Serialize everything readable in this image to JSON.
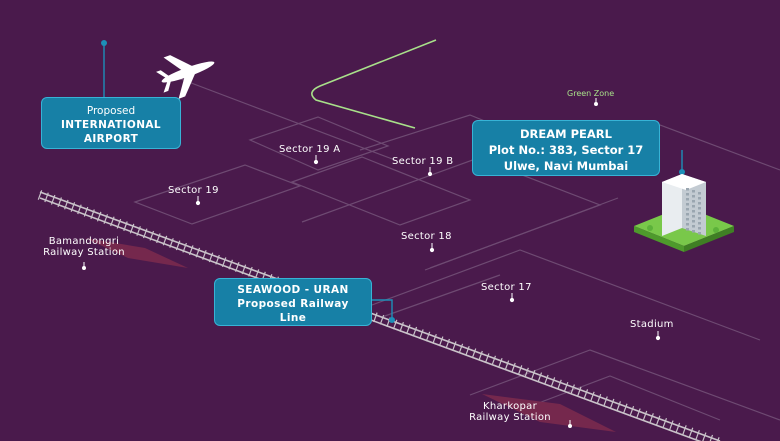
{
  "callouts": {
    "airport": {
      "line1": "Proposed",
      "line2": "INTERNATIONAL",
      "line3": "AIRPORT"
    },
    "project": {
      "line1": "DREAM PEARL",
      "line2": "Plot No.: 383, Sector 17",
      "line3": "Ulwe, Navi Mumbai"
    },
    "railway": {
      "line1": "SEAWOOD - URAN",
      "line2": "Proposed Railway",
      "line3": "Line"
    }
  },
  "labels": {
    "green_zone": "Green Zone",
    "sector_19a": "Sector 19 A",
    "sector_19b": "Sector 19 B",
    "sector_19": "Sector 19",
    "sector_18": "Sector 18",
    "sector_17": "Sector 17",
    "stadium": "Stadium",
    "bamandongri_1": "Bamandongri",
    "bamandongri_2": "Railway Station",
    "kharkopar_1": "Kharkopar",
    "kharkopar_2": "Railway Station"
  },
  "icons": [
    "airplane-icon",
    "building-icon",
    "pin-icon"
  ],
  "colors": {
    "background": "#4a1a4c",
    "road_outline": "#6e4a72",
    "callout_fill": "#1780a6",
    "callout_border": "#37b3d6",
    "green_zone": "#a8e08a",
    "station_zone": "#7a2a4e",
    "railway": "#c9c2c9"
  }
}
